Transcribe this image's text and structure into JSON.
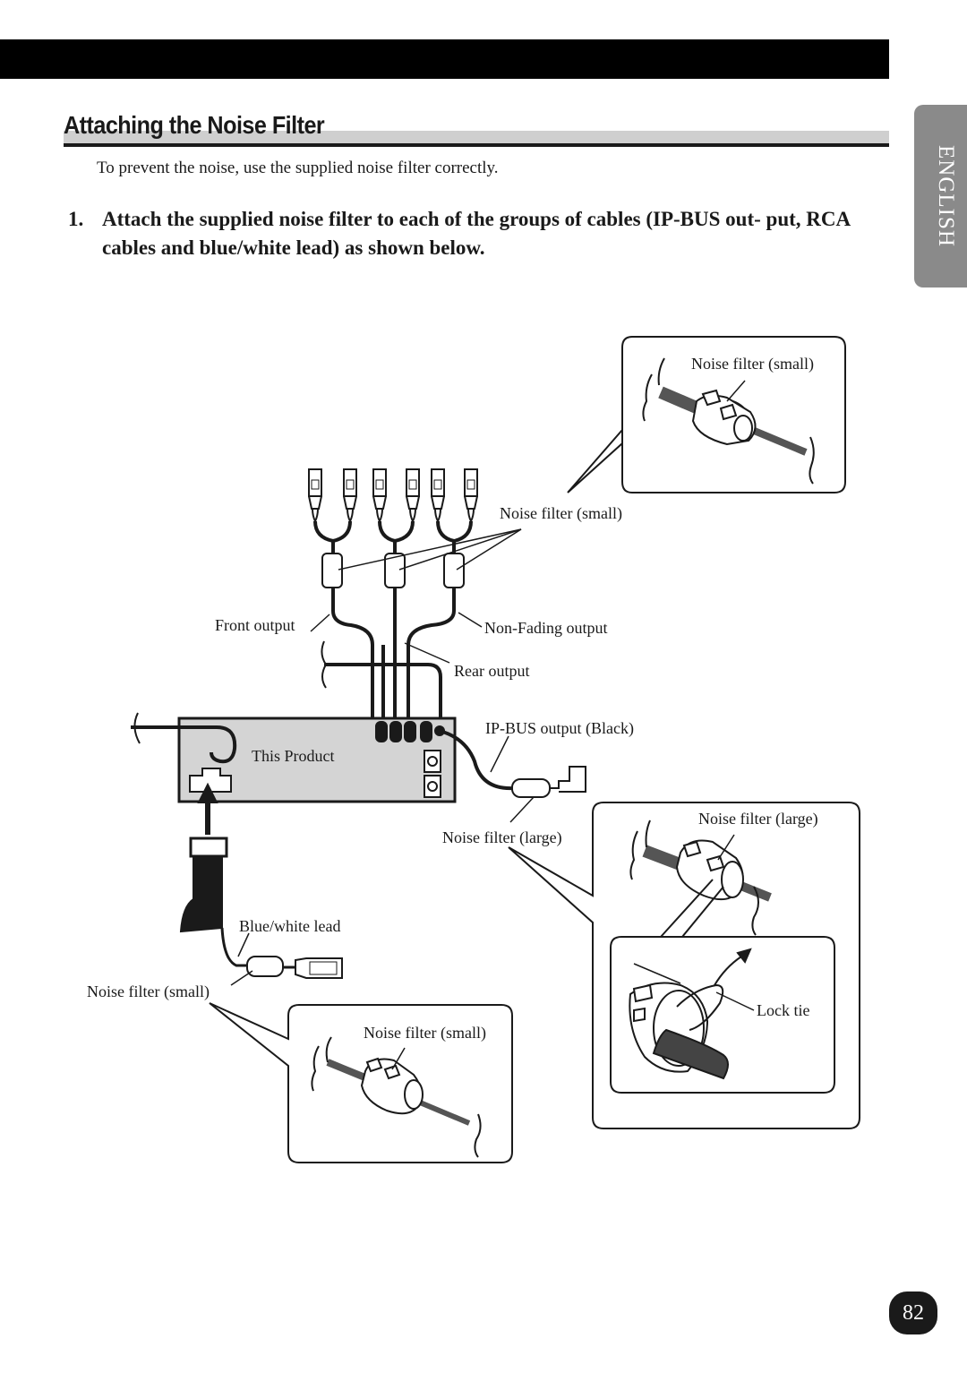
{
  "heading": "Attaching the Noise Filter",
  "intro": "To prevent the noise, use the supplied noise filter correctly.",
  "step": {
    "number": "1.",
    "text": "Attach the supplied noise filter to each of the groups of cables (IP-BUS out- put, RCA cables and blue/white lead) as shown below."
  },
  "language_tab": "ENGLISH",
  "page_number": "82",
  "diagram": {
    "labels": {
      "nf_small_callout_top": "Noise filter (small)",
      "nf_small_rca": "Noise filter (small)",
      "front_output": "Front output",
      "non_fading_output": "Non-Fading output",
      "rear_output": "Rear output",
      "ip_bus_output": "IP-BUS output (Black)",
      "this_product": "This Product",
      "nf_large_ipbus": "Noise filter (large)",
      "nf_large_callout": "Noise filter (large)",
      "blue_white_lead": "Blue/white lead",
      "nf_small_lead": "Noise filter (small)",
      "nf_small_callout_bottom": "Noise filter (small)",
      "lock_tie": "Lock tie"
    }
  }
}
